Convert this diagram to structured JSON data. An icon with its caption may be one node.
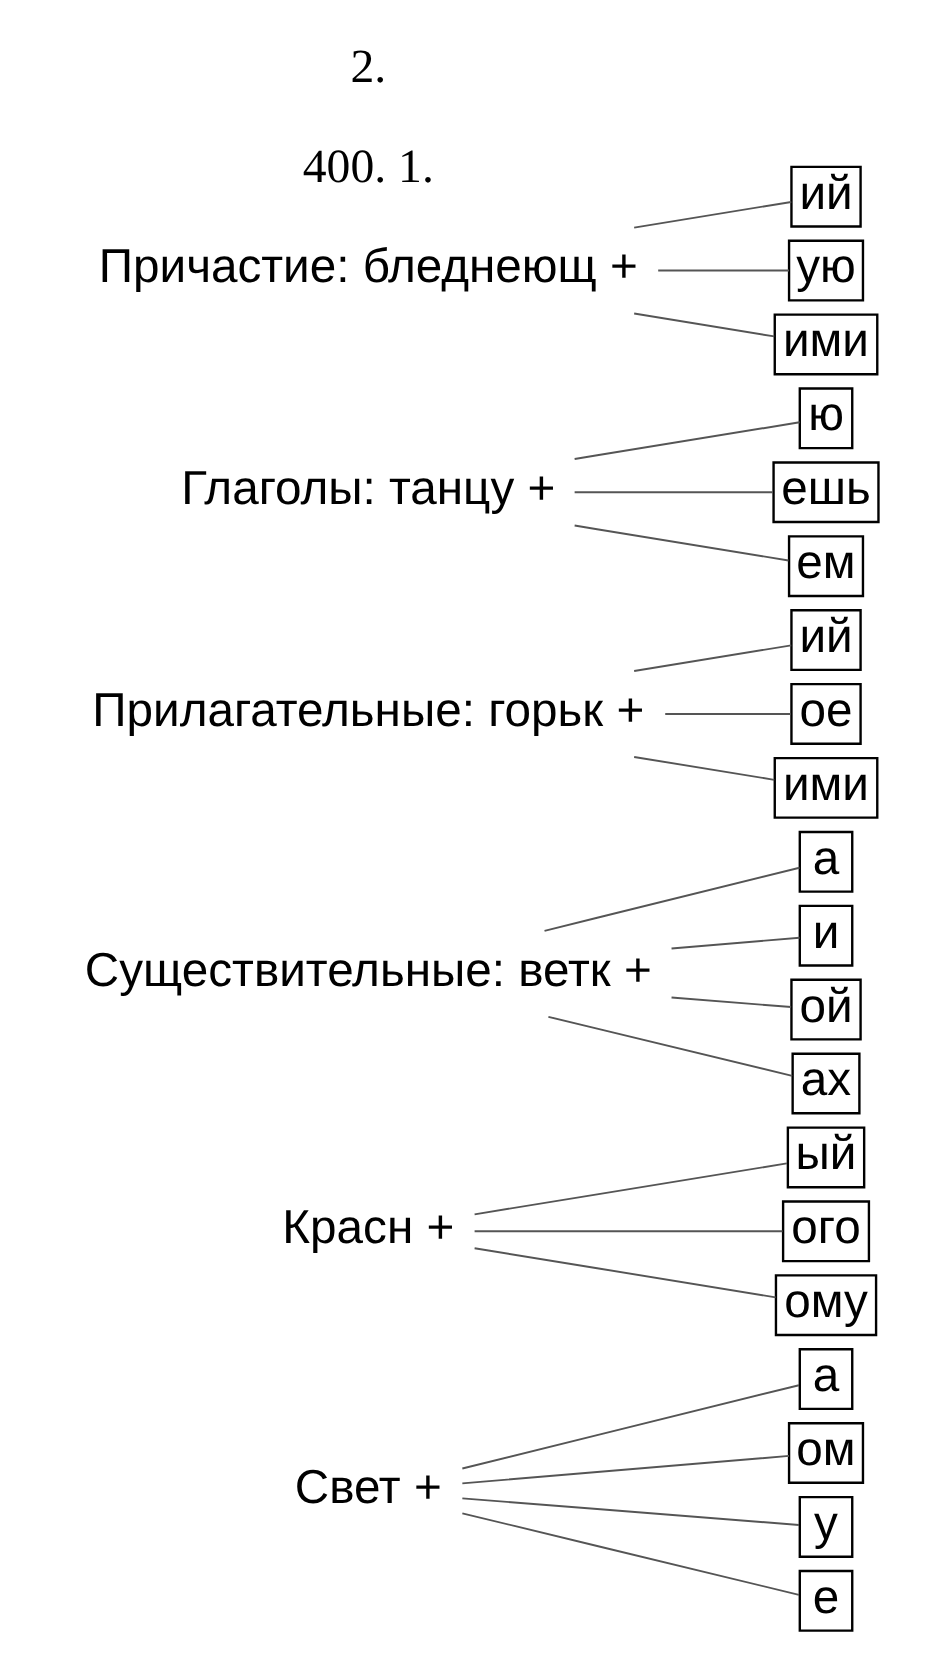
{
  "diagram": {
    "nodes": [
      {
        "text": [
          "Свет +"
        ]
      },
      {
        "text": [
          "а"
        ]
      },
      {
        "text": [
          "ом"
        ]
      },
      {
        "text": [
          "у"
        ]
      },
      {
        "text": [
          "е"
        ]
      },
      {
        "text": [
          "Красн +"
        ]
      },
      {
        "text": [
          "ый"
        ]
      },
      {
        "text": [
          "ого"
        ]
      },
      {
        "text": [
          "ому"
        ]
      },
      {
        "text": [
          "Существительные: ветк +"
        ]
      },
      {
        "text": [
          "а"
        ]
      },
      {
        "text": [
          "и"
        ]
      },
      {
        "text": [
          "ой"
        ]
      },
      {
        "text": [
          "ах"
        ]
      },
      {
        "text": [
          "Прилагательные: горьк +"
        ]
      },
      {
        "text": [
          "ий"
        ]
      },
      {
        "text": [
          "ое"
        ]
      },
      {
        "text": [
          "ими"
        ]
      },
      {
        "text": [
          "Глаголы: танцу +"
        ]
      },
      {
        "text": [
          "ю"
        ]
      },
      {
        "text": [
          "ешь"
        ]
      },
      {
        "text": [
          "ем"
        ]
      },
      {
        "text": [
          "Причастие: бледнеющ +"
        ]
      },
      {
        "text": [
          "ий"
        ]
      },
      {
        "text": [
          "ую"
        ]
      },
      {
        "text": [
          "ими"
        ]
      }
    ],
    "edges": [
      {
        "from": 0,
        "to": 1,
        "arrow": "none"
      },
      {
        "from": 0,
        "to": 2,
        "arrow": "none"
      },
      {
        "from": 0,
        "to": 3,
        "arrow": "none"
      },
      {
        "from": 0,
        "to": 4,
        "arrow": "none"
      },
      {
        "from": 5,
        "to": 6,
        "arrow": "none"
      },
      {
        "from": 5,
        "to": 7,
        "arrow": "none"
      },
      {
        "from": 5,
        "to": 8,
        "arrow": "none"
      },
      {
        "from": 9,
        "to": 10,
        "arrow": "none"
      },
      {
        "from": 9,
        "to": 11,
        "arrow": "none"
      },
      {
        "from": 9,
        "to": 12,
        "arrow": "none"
      },
      {
        "from": 9,
        "to": 13,
        "arrow": "none"
      },
      {
        "from": 14,
        "to": 15,
        "arrow": "none"
      },
      {
        "from": 14,
        "to": 16,
        "arrow": "none"
      },
      {
        "from": 14,
        "to": 17,
        "arrow": "none"
      },
      {
        "from": 18,
        "to": 19,
        "arrow": "none"
      },
      {
        "from": 18,
        "to": 20,
        "arrow": "none"
      },
      {
        "from": 18,
        "to": 21,
        "arrow": "none"
      },
      {
        "from": 22,
        "to": 23,
        "arrow": "none"
      },
      {
        "from": 22,
        "to": 24,
        "arrow": "none"
      },
      {
        "from": 22,
        "to": 25,
        "arrow": "none"
      }
    ],
    "labels": [
      "400. 1.",
      "2."
    ]
  }
}
